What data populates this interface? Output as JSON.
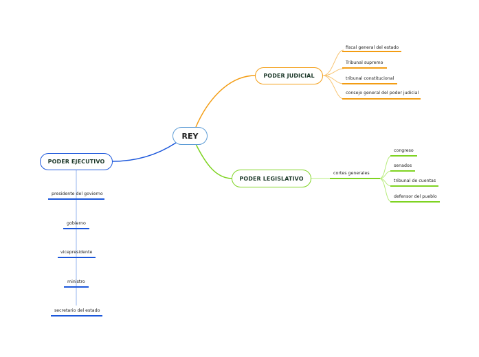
{
  "colors": {
    "central": "#5b9bd5",
    "judicial": "#f39c12",
    "legislativo": "#7ed321",
    "ejecutivo": "#1a56db",
    "ejecutivo_link": "#a7c0f0"
  },
  "central": {
    "label": "REY"
  },
  "judicial": {
    "label": "PODER JUDICIAL",
    "children": [
      "fiscal general del estado",
      "Tribunal supremo",
      "tribunal constitucional",
      "consejo general del poder judicial"
    ]
  },
  "legislativo": {
    "label": "PODER LEGISLATIVO",
    "sub": "cortes generales",
    "children": [
      "congreso",
      "senados",
      "tribunal de cuentas",
      "defensor del pueblo"
    ]
  },
  "ejecutivo": {
    "label": "PODER EJECUTIVO",
    "children": [
      "presidente del govierno",
      "gobierno",
      "vicepresidente",
      "ministro",
      "secretario del estado"
    ]
  }
}
